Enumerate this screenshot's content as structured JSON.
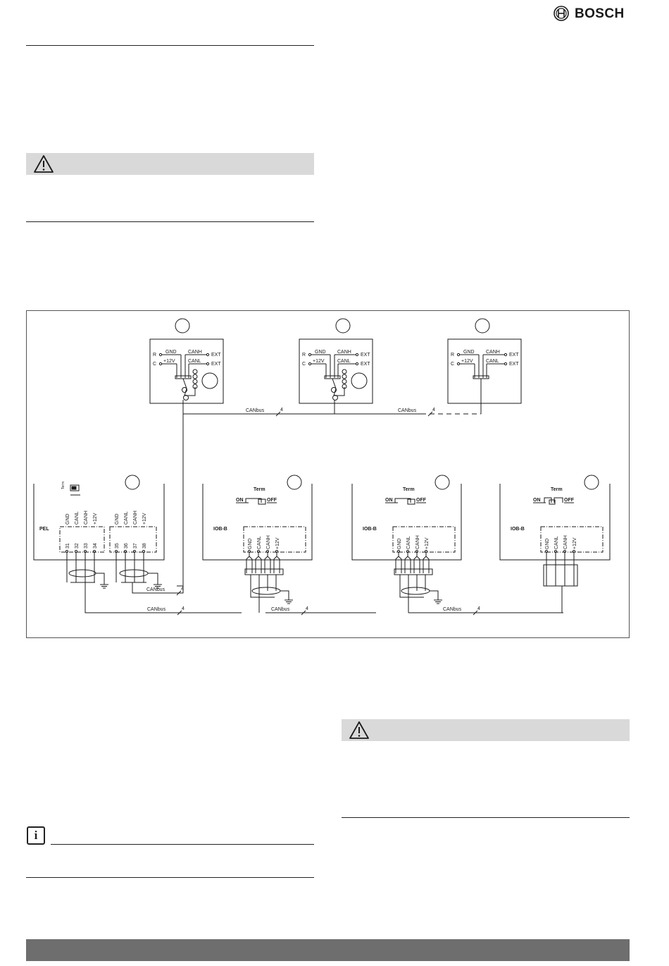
{
  "header": {
    "brand": "BOSCH",
    "logo_icon": "bosch-armature-icon"
  },
  "warnings": [
    {
      "icon": "warning-triangle-icon"
    },
    {
      "icon": "warning-triangle-icon"
    }
  ],
  "info_note": {
    "icon": "info-icon",
    "glyph": "i"
  },
  "diagram": {
    "terminal_R": "R",
    "terminal_C": "C",
    "pin_GND": "GND",
    "pin_12V": "+12V",
    "pin_CANH": "CANH",
    "pin_CANL": "CANL",
    "pin_EXT": "EXT",
    "bus_label": "CANbus",
    "wire_count": "4",
    "term_label": "Term",
    "on_label": "ON",
    "off_label": "OFF",
    "pel_label": "PEL",
    "iob_label": "IOB-B",
    "pel_terminals_a": [
      "31",
      "32",
      "33",
      "34"
    ],
    "pel_terminals_b": [
      "35",
      "36",
      "37",
      "38"
    ]
  },
  "colors": {
    "warning_bar": "#d9d9d9",
    "footer_bar": "#6e6e6e",
    "line": "#1a1a1a"
  }
}
